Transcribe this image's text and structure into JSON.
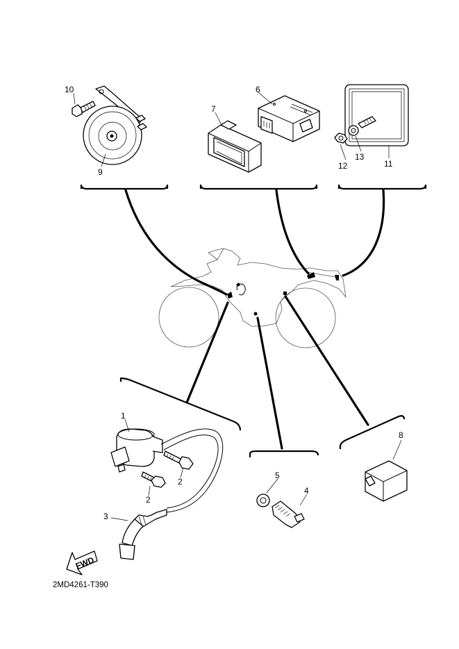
{
  "diagram": {
    "callouts": [
      "1",
      "2",
      "2",
      "3",
      "4",
      "5",
      "6",
      "7",
      "8",
      "9",
      "10",
      "11",
      "12",
      "13"
    ],
    "drawing_code": "2MD4261-T390",
    "fwd_label": "FWD"
  }
}
